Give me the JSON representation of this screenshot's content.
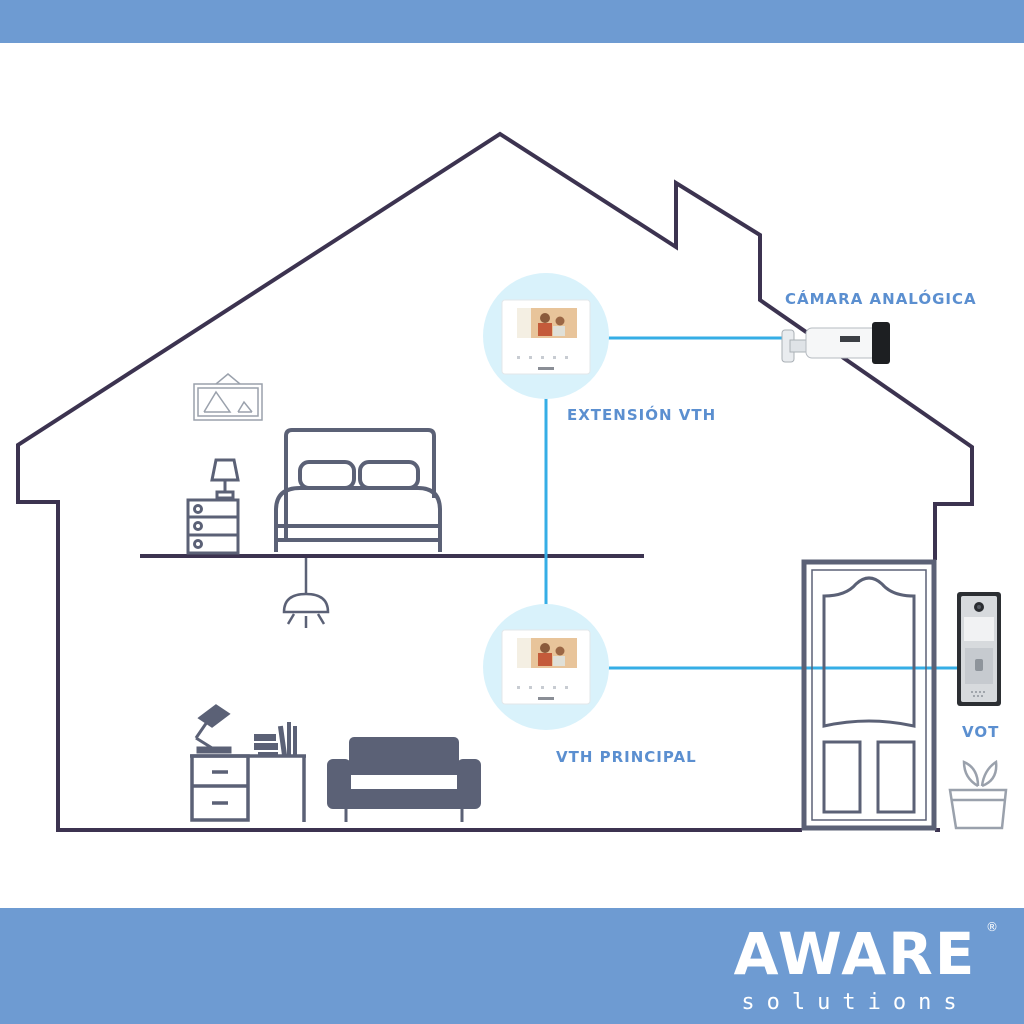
{
  "labels": {
    "camera": "CÁMARA ANALÓGICA",
    "extension": "EXTENSIÓN VTH",
    "principal": "VTH PRINCIPAL",
    "vot": "VOT"
  },
  "brand": {
    "name": "AWARE",
    "registered": "®",
    "tagline": "solutions"
  },
  "colors": {
    "bar": "#6e9bd2",
    "house_outline": "#3c3350",
    "connection_line": "#35aee6",
    "label_text": "#5b8fd0",
    "furniture": "#5b6176"
  },
  "icons": [
    "bed-icon",
    "lamp-icon",
    "nightstand-icon",
    "picture-frame-icon",
    "ceiling-lamp-icon",
    "desk-icon",
    "desk-lamp-icon",
    "books-icon",
    "sofa-icon",
    "door-icon",
    "plant-icon",
    "monitor-icon",
    "bullet-camera-icon",
    "door-station-icon"
  ]
}
